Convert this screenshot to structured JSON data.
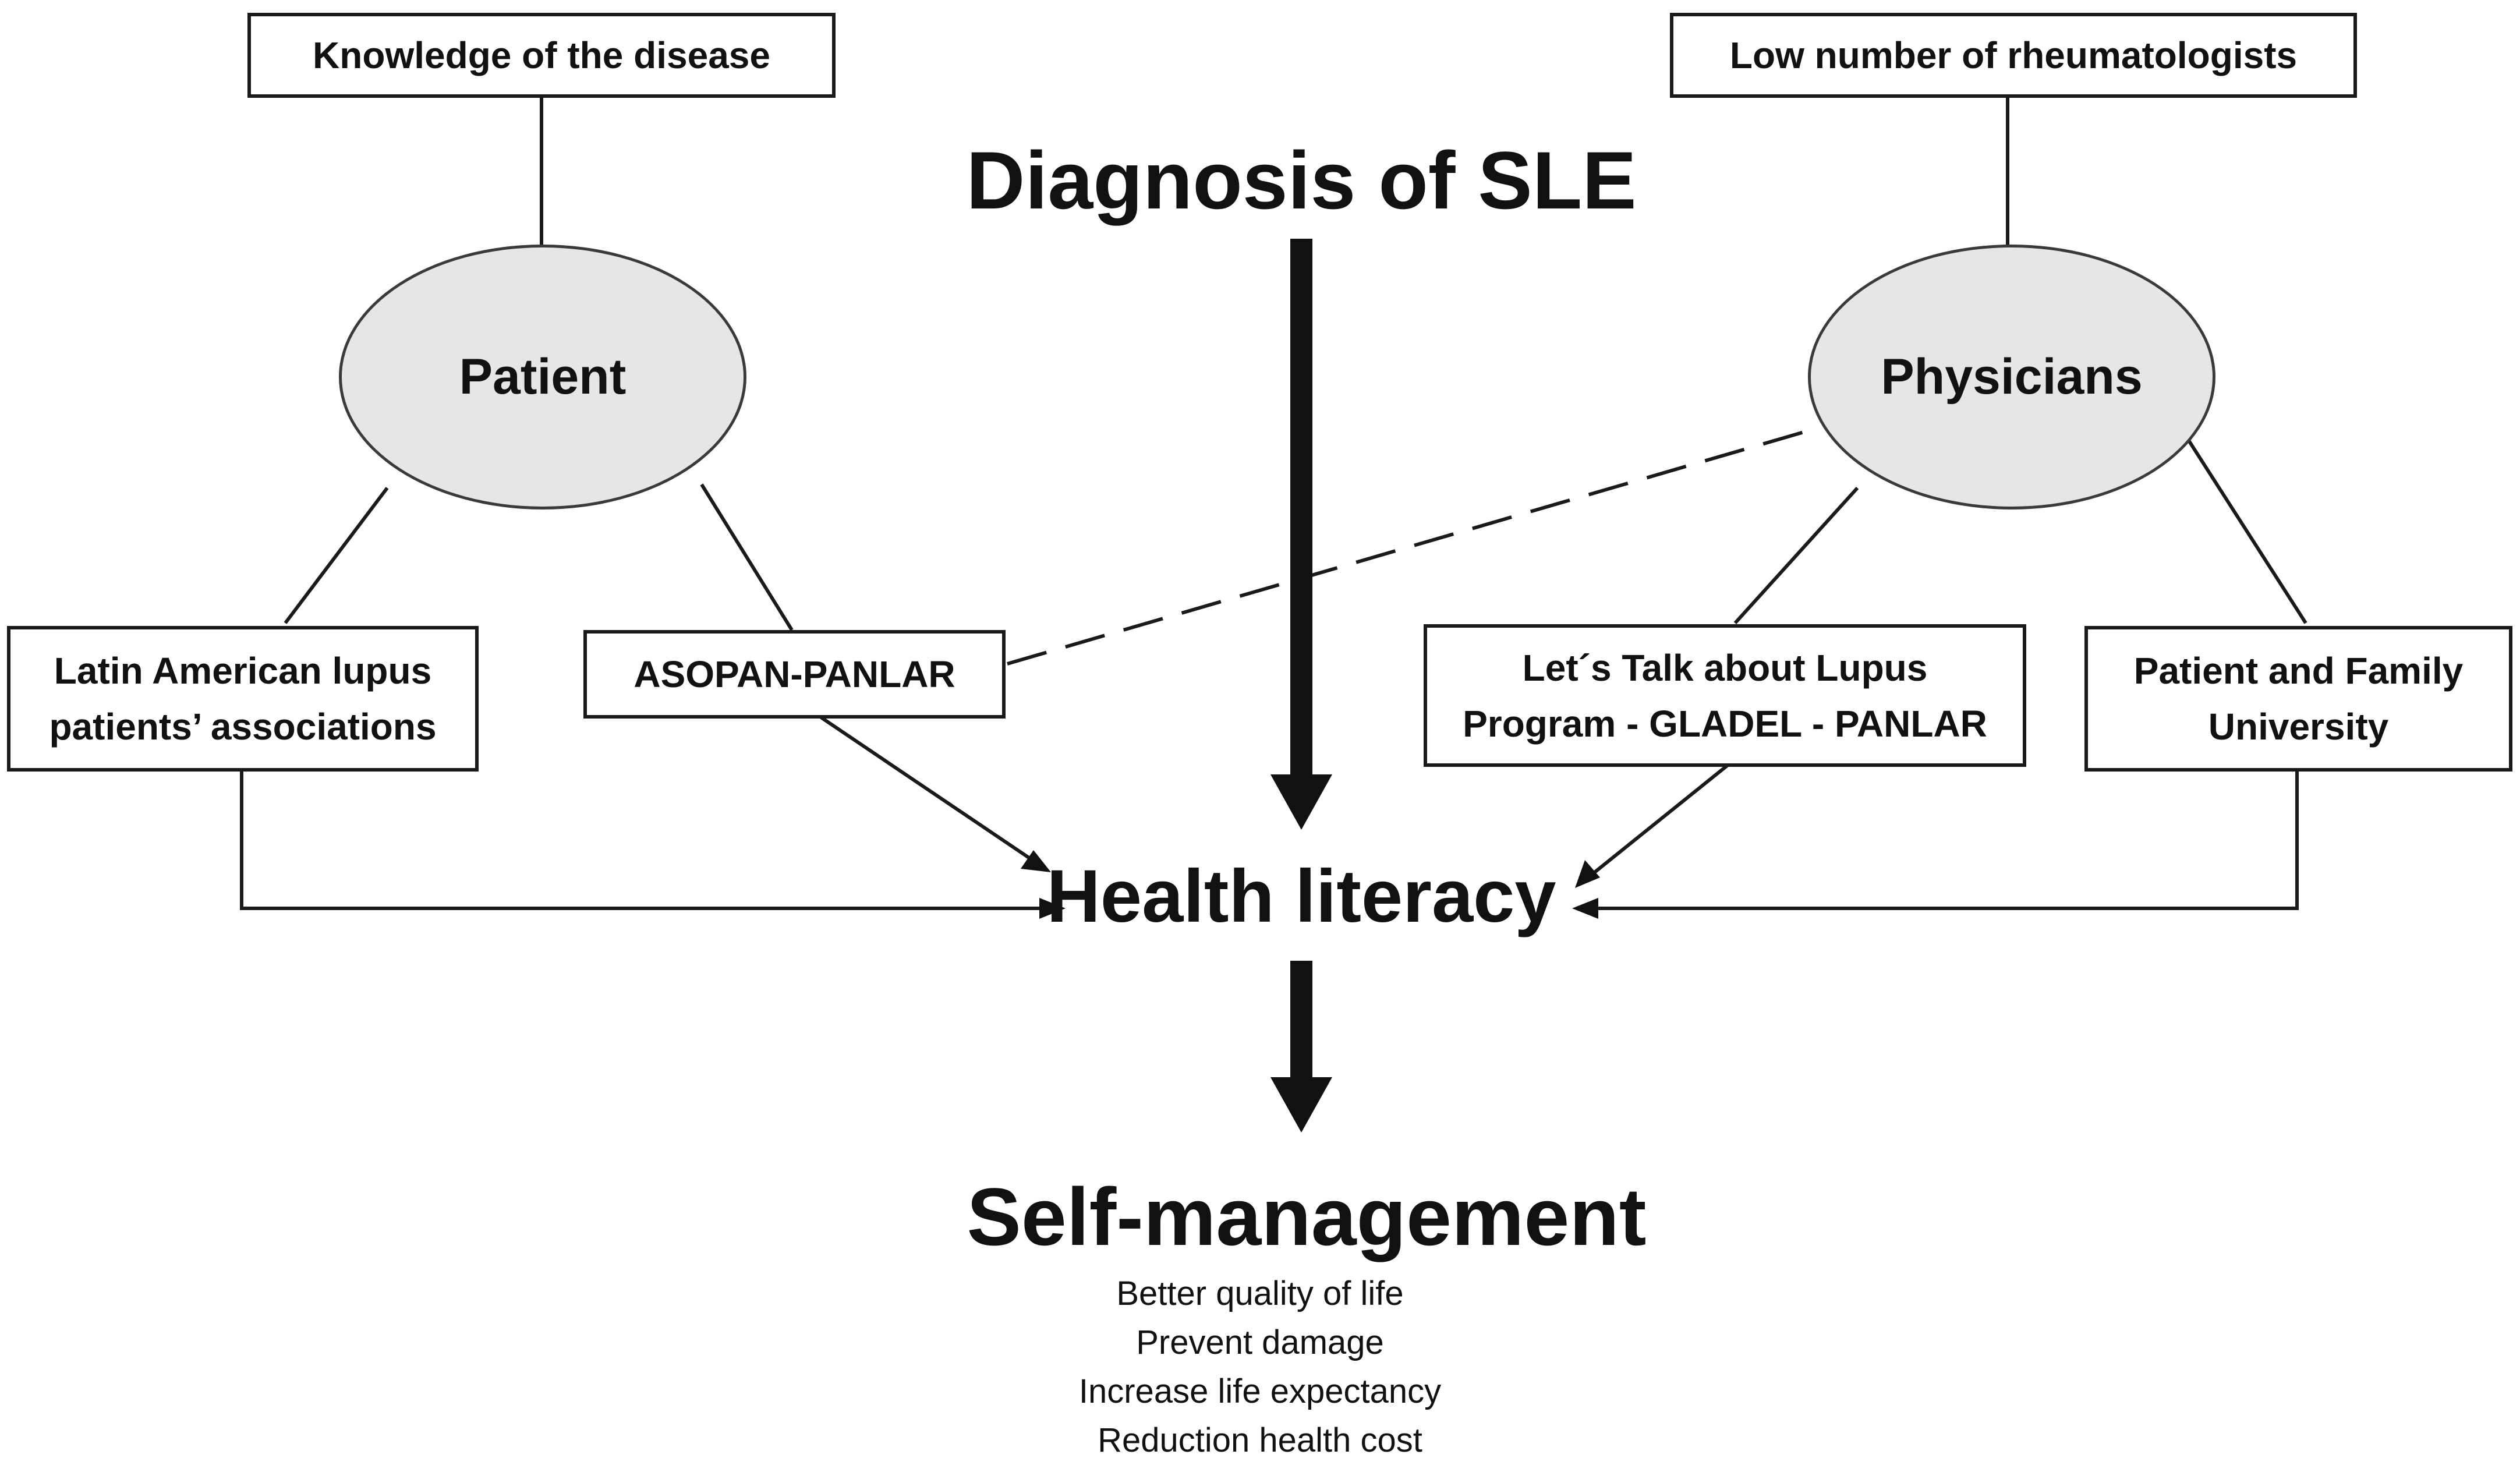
{
  "boxes": {
    "knowledge": "Knowledge of the disease",
    "rheumatologists": "Low number of rheumatologists",
    "latin_american_l1": "Latin American lupus",
    "latin_american_l2": "patients’ associations",
    "asopan": "ASOPAN-PANLAR",
    "lets_talk_l1": "Let´s Talk about Lupus",
    "lets_talk_l2": "Program - GLADEL - PANLAR",
    "patient_family_l1": "Patient and Family",
    "patient_family_l2": "University"
  },
  "nodes": {
    "patient": "Patient",
    "physicians": "Physicians"
  },
  "headings": {
    "diagnosis": "Diagnosis of SLE",
    "health_literacy": "Health literacy",
    "self_management": "Self-management"
  },
  "outcomes": [
    "Better quality of life",
    "Prevent damage",
    "Increase life expectancy",
    "Reduction health cost"
  ]
}
